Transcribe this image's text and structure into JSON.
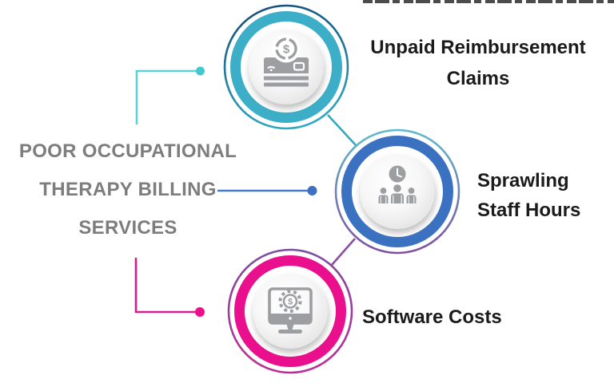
{
  "background": "#ffffff",
  "icon_color": "#9C9EA1",
  "label_text_color": "#1b1b1b",
  "glyphs": {
    "dollar": "$"
  },
  "title": {
    "line1": "POOR OCCUPATIONAL",
    "line2": "THERAPY BILLING",
    "line3": "SERVICES",
    "color": "#7d7d7d"
  },
  "nodes": {
    "claims": {
      "label_line1": "Unpaid Reimbursement",
      "label_line2": "Claims",
      "icon": "credit-card-refund-icon",
      "ring_color": "#3DAEC7",
      "outer_ring_start": "#134F7D",
      "outer_ring_end": "#2FA9C3",
      "connector_color": "#5DD2D6",
      "dot_color": "#42C8CF"
    },
    "staff": {
      "label_line1": "Sprawling",
      "label_line2": "Staff Hours",
      "icon": "clock-team-icon",
      "ring_color": "#3B71C1",
      "outer_ring_start": "#5FBBCD",
      "outer_ring_end": "#7F4FA3",
      "connector_color": "#4478C8",
      "dot_color": "#3D6FC3"
    },
    "software": {
      "label_line1": "Software Costs",
      "icon": "monitor-gear-dollar-icon",
      "ring_color": "#EA0F8C",
      "outer_ring_start": "#7B4FA0",
      "outer_ring_end": "#BE2D95",
      "connector_color": "#D61D90",
      "dot_color": "#EC108D"
    }
  },
  "links": {
    "top_middle_color": "#35A8C0",
    "middle_bottom_color": "#8A4EA0"
  }
}
